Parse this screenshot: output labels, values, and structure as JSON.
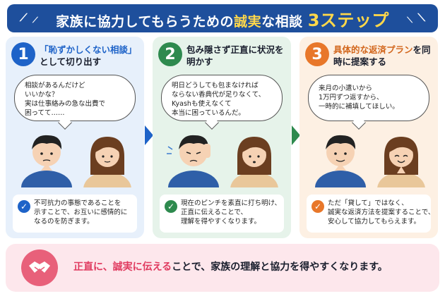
{
  "header": {
    "title_part1": "家族に協力してもらうための",
    "title_highlight": "誠実",
    "title_part2": "な相談",
    "title_highlight2": "3ステップ"
  },
  "steps": [
    {
      "number": "1",
      "title_accent": "「恥ずかしくない相談」",
      "title_rest": "として切り出す",
      "bubble": [
        "相談があるんだけど",
        "いいかな？",
        "実は仕事絡みの急な出費で",
        "困ってて……"
      ],
      "note": [
        "不可抗力の事態であることを",
        "示すことで、お互いに感情的に",
        "なるのを防ぎます。"
      ]
    },
    {
      "number": "2",
      "title_accent": "",
      "title_rest": "包み隠さず正直に状況を明かす",
      "bubble": [
        "明日どうしても包まなければ",
        "ならない香典代が足りなくて、",
        "Kyashも使えなくて",
        "本当に困っているんだ。"
      ],
      "note": [
        "現在のピンチを素直に打ち明け、",
        "正直に伝えることで、",
        "理解を得やすくなります。"
      ]
    },
    {
      "number": "3",
      "title_accent": "具体的な返済プラン",
      "title_rest": "を同時に提案する",
      "bubble": [
        "来月の小遣いから",
        "1万円ずつ返すから、",
        "一時的に補填してほしい。"
      ],
      "note": [
        "ただ「貸して」ではなく、",
        "誠実な返済方法を提案することで、",
        "安心して協力してもらえます。"
      ]
    }
  ],
  "footer": {
    "part1": "正直に、",
    "part2": "誠実に伝える",
    "part3": "ことで、家族の理解と協力を得やすくなります。"
  },
  "colors": {
    "banner": "#1e4f9c",
    "step1": "#1e63c8",
    "step2": "#2e8a4e",
    "step3": "#e8772a",
    "footer_bg": "#fde7ec",
    "footer_accent": "#e03a5f"
  },
  "icons": {
    "check": "check-icon",
    "arrow": "arrow-right-icon",
    "handshake": "handshake-icon"
  }
}
